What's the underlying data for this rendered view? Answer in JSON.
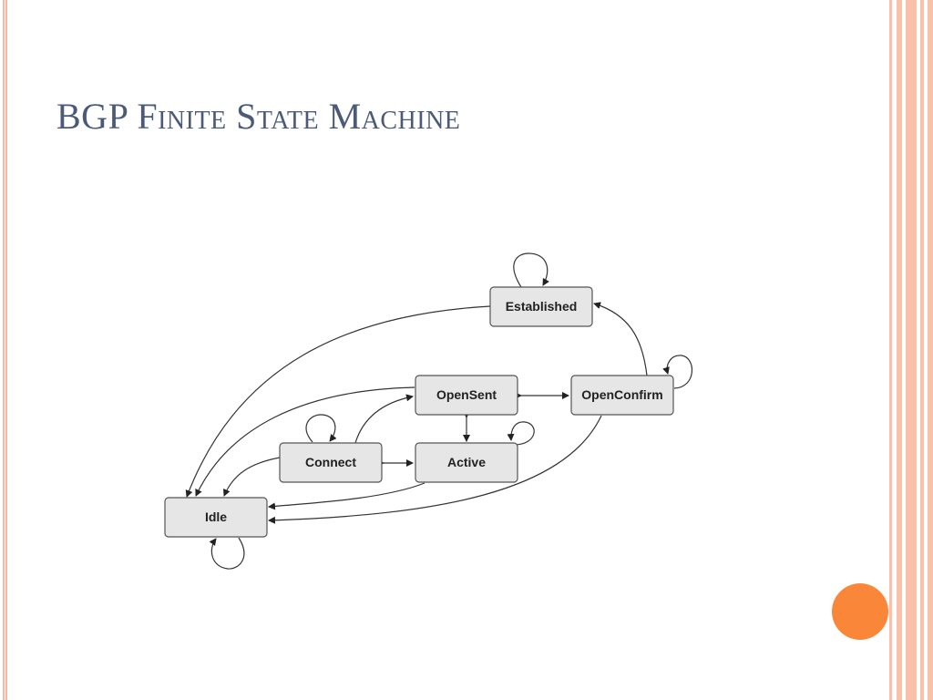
{
  "slide": {
    "title": "BGP Finite State Machine",
    "accent_color": "#fa8739",
    "stripe_color": "#f9c0aa"
  },
  "diagram": {
    "states": {
      "established": "Established",
      "opensent": "OpenSent",
      "openconfirm": "OpenConfirm",
      "connect": "Connect",
      "active": "Active",
      "idle": "Idle"
    }
  }
}
